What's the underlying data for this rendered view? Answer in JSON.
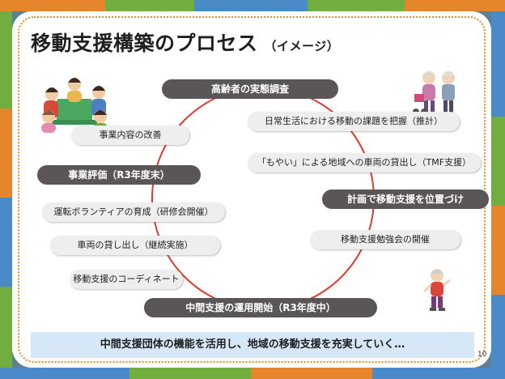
{
  "title": "移動支援構築のプロセス",
  "title_sub": "（イメージ）",
  "steps": {
    "survey": "高齢者の実態調査",
    "grasp": "日常生活における移動の課題を把握（推計）",
    "lending": "「もやい」による地域への車両の貸出し（TMF支援）",
    "plan": "計画で移動支援を位置づけ",
    "study": "移動支援勉強会の開催",
    "start": "中間支援の運用開始（R3年度中）",
    "coordinate": "移動支援のコーディネート",
    "vehicle": "車両の貸し出し（継続実施）",
    "volunteer": "運転ボランティアの育成（研修会開催）",
    "evaluation": "事業評価（R3年度末）",
    "improve": "事業内容の改善"
  },
  "banner": "中間支援団体の機能を活用し、地域の移動支援を充実していく…",
  "page_number": "10",
  "colors": {
    "circle": "#e03a2e",
    "dark_pill": "#5a5657",
    "light_pill": "#eeeeee",
    "banner": "#d6e7f7",
    "border_dots": "#e38a2b"
  },
  "icons": [
    "meeting-people-illustration",
    "elderly-couple-illustration",
    "elderly-woman-illustration"
  ]
}
